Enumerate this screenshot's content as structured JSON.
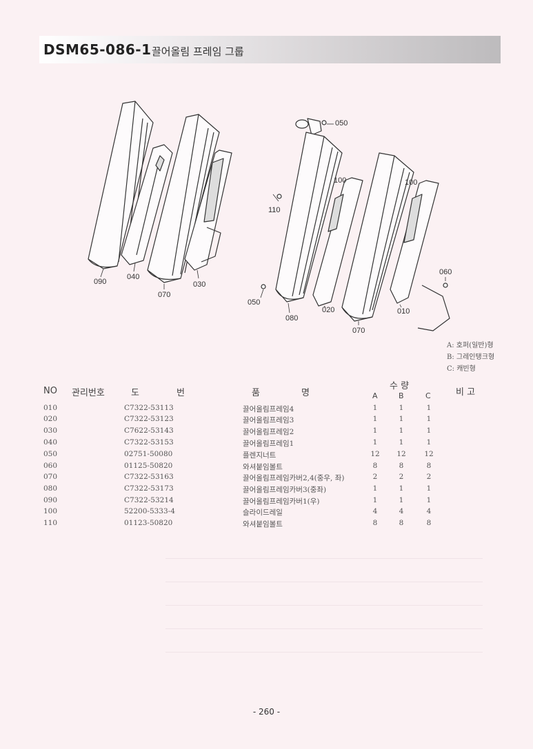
{
  "header": {
    "code": "DSM65-086-1",
    "name": "끌어올림 프레임 그룹"
  },
  "callouts": [
    {
      "id": "c050a",
      "label": "050"
    },
    {
      "id": "c110",
      "label": "110"
    },
    {
      "id": "c100a",
      "label": "100"
    },
    {
      "id": "c100b",
      "label": "100"
    },
    {
      "id": "c090",
      "label": "090"
    },
    {
      "id": "c040",
      "label": "040"
    },
    {
      "id": "c070a",
      "label": "070"
    },
    {
      "id": "c030",
      "label": "030"
    },
    {
      "id": "c060",
      "label": "060"
    },
    {
      "id": "c050b",
      "label": "050"
    },
    {
      "id": "c080",
      "label": "080"
    },
    {
      "id": "c020",
      "label": "020"
    },
    {
      "id": "c010",
      "label": "010"
    },
    {
      "id": "c070b",
      "label": "070"
    }
  ],
  "legend": [
    "A: 호퍼(일반)형",
    "B: 그레인탱크형",
    "C: 캐빈형"
  ],
  "table": {
    "headers": {
      "no": "NO",
      "mgmt": "관리번호",
      "dwg_1": "도",
      "dwg_2": "번",
      "name_1": "품",
      "name_2": "명",
      "qty": "수  량",
      "a": "A",
      "b": "B",
      "c": "C",
      "remarks": "비  고"
    },
    "rows": [
      {
        "no": "010",
        "dwg": "C7322-53113",
        "name": "끌어올림프레임4",
        "a": "1",
        "b": "1",
        "c": "1"
      },
      {
        "no": "020",
        "dwg": "C7322-53123",
        "name": "끌어올림프레임3",
        "a": "1",
        "b": "1",
        "c": "1"
      },
      {
        "no": "030",
        "dwg": "C7622-53143",
        "name": "끌어올림프레임2",
        "a": "1",
        "b": "1",
        "c": "1"
      },
      {
        "no": "040",
        "dwg": "C7322-53153",
        "name": "끌어올림프레임1",
        "a": "1",
        "b": "1",
        "c": "1"
      },
      {
        "no": "050",
        "dwg": "02751-50080",
        "name": "플렌지너트",
        "a": "12",
        "b": "12",
        "c": "12"
      },
      {
        "no": "060",
        "dwg": "01125-50820",
        "name": "와셔붙임볼트",
        "a": "8",
        "b": "8",
        "c": "8"
      },
      {
        "no": "070",
        "dwg": "C7322-53163",
        "name": "끌어올림프레임카버2,4(중우, 좌)",
        "a": "2",
        "b": "2",
        "c": "2"
      },
      {
        "no": "080",
        "dwg": "C7322-53173",
        "name": "끌어올림프레임카버3(중좌)",
        "a": "1",
        "b": "1",
        "c": "1"
      },
      {
        "no": "090",
        "dwg": "C7322-53214",
        "name": "끌어올림프레임카버1(우)",
        "a": "1",
        "b": "1",
        "c": "1"
      },
      {
        "no": "100",
        "dwg": "52200-5333-4",
        "name": "슬라이드레일",
        "a": "4",
        "b": "4",
        "c": "4"
      },
      {
        "no": "110",
        "dwg": "01123-50820",
        "name": "와셔붙임볼트",
        "a": "8",
        "b": "8",
        "c": "8"
      }
    ]
  },
  "page_number": "- 260 -"
}
